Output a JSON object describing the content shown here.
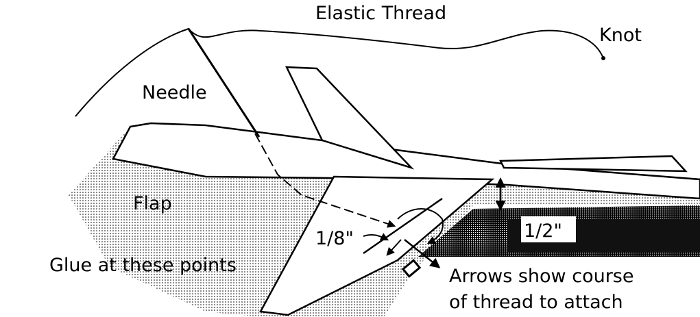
{
  "labels": {
    "elastic_thread": "Elastic Thread",
    "knot": "Knot",
    "needle": "Needle",
    "flap": "Flap",
    "glue": "Glue at these points",
    "eighth_inch": "1/8\"",
    "half_inch": "1/2\"",
    "arrows_line1": "Arrows show course",
    "arrows_line2": "of thread to attach"
  },
  "colors": {
    "ink": "#000000",
    "paper": "#ffffff"
  }
}
